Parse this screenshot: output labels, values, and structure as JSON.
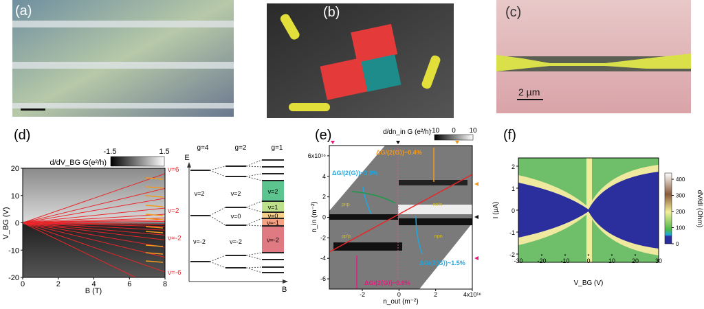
{
  "panels": {
    "a": {
      "label": "(a)"
    },
    "b": {
      "label": "(b)"
    },
    "c": {
      "label": "(c)",
      "scalebar": "2 µm"
    },
    "d": {
      "label": "(d)"
    },
    "e": {
      "label": "(e)"
    },
    "f": {
      "label": "(f)"
    }
  },
  "chart_data": [
    {
      "panel": "d",
      "type": "heatmap",
      "xlabel": "B (T)",
      "ylabel": "V_BG (V)",
      "xlim": [
        0,
        8
      ],
      "ylim": [
        -20,
        20
      ],
      "xticks": [
        "0",
        "2",
        "4",
        "6",
        "8"
      ],
      "yticks": [
        "-20",
        "-10",
        "0",
        "10",
        "20"
      ],
      "colorbar": {
        "label": "d/dV_BG G(e²/h)",
        "min": "-1.5",
        "max": "1.5",
        "colors": [
          "#000000",
          "#ffffff"
        ]
      },
      "annotations": [
        "ν=6",
        "ν=2",
        "ν=-2",
        "ν=-6"
      ],
      "fan_line_color": "#e8262a",
      "arrow_color": "#f39a1e"
    },
    {
      "panel": "d-diagram",
      "type": "diagram",
      "axis_labels": {
        "y": "E",
        "x": "B"
      },
      "columns": [
        "g=4",
        "g=2",
        "g=1"
      ],
      "gap_labels_g4": [
        "ν=2",
        "ν=-2"
      ],
      "gap_labels_g2": [
        "ν=2",
        "ν=0",
        "ν=-2"
      ],
      "gap_labels_g1": [
        {
          "label": "ν=2",
          "color": "#5cc48f"
        },
        {
          "label": "ν=1",
          "color": "#bde08a"
        },
        {
          "label": "ν=0",
          "color": "#f7cf8a"
        },
        {
          "label": "ν=-1",
          "color": "#f5a184"
        },
        {
          "label": "ν=-2",
          "color": "#e07a82"
        }
      ]
    },
    {
      "panel": "e",
      "type": "heatmap",
      "xlabel": "n_out (m⁻²)",
      "ylabel": "n_in (m⁻²)",
      "xlim": [
        -3.8e+16,
        4e+16
      ],
      "ylim": [
        -7e+16,
        7e+16
      ],
      "xticks": [
        "-2",
        "0",
        "2",
        "4x10¹⁶"
      ],
      "yticks": [
        "-6",
        "-4",
        "-2",
        "0",
        "2",
        "4",
        "6x10¹⁶"
      ],
      "colorbar": {
        "label": "d/dn_in G (e²/h)",
        "ticks": [
          "-10",
          "0",
          "10"
        ],
        "colors": [
          "#000000",
          "#ffffff"
        ]
      },
      "region_labels": [
        "pnp",
        "nn'n",
        "pp'p",
        "npn"
      ],
      "annotations": [
        {
          "text": "ΔG/(2⟨G⟩)~0.4%",
          "color": "#f39a1e"
        },
        {
          "text": "ΔG/(2⟨G⟩)~3.0%",
          "color": "#1ea7e0"
        },
        {
          "text": "ΔG/(2⟨G⟩)~1.5%",
          "color": "#1ea7e0"
        },
        {
          "text": "ΔG/(2⟨G⟩)~0.9%",
          "color": "#e8177f"
        }
      ]
    },
    {
      "panel": "f",
      "type": "heatmap",
      "xlabel": "V_BG (V)",
      "ylabel": "I (µA)",
      "xlim": [
        -30,
        30
      ],
      "ylim": [
        -2.5,
        2.5
      ],
      "xticks": [
        "-30",
        "-20",
        "-10",
        "0",
        "10",
        "20",
        "30"
      ],
      "yticks": [
        "-2",
        "-1",
        "0",
        "1",
        "2"
      ],
      "colorbar": {
        "label": "dV/dI (Ohm)",
        "ticks": [
          "0",
          "100",
          "200",
          "300",
          "400"
        ],
        "colors": [
          "#2b2f9e",
          "#1fa9d8",
          "#4cb848",
          "#f3ee9a",
          "#8a5a3a",
          "#ffffff"
        ]
      }
    }
  ]
}
